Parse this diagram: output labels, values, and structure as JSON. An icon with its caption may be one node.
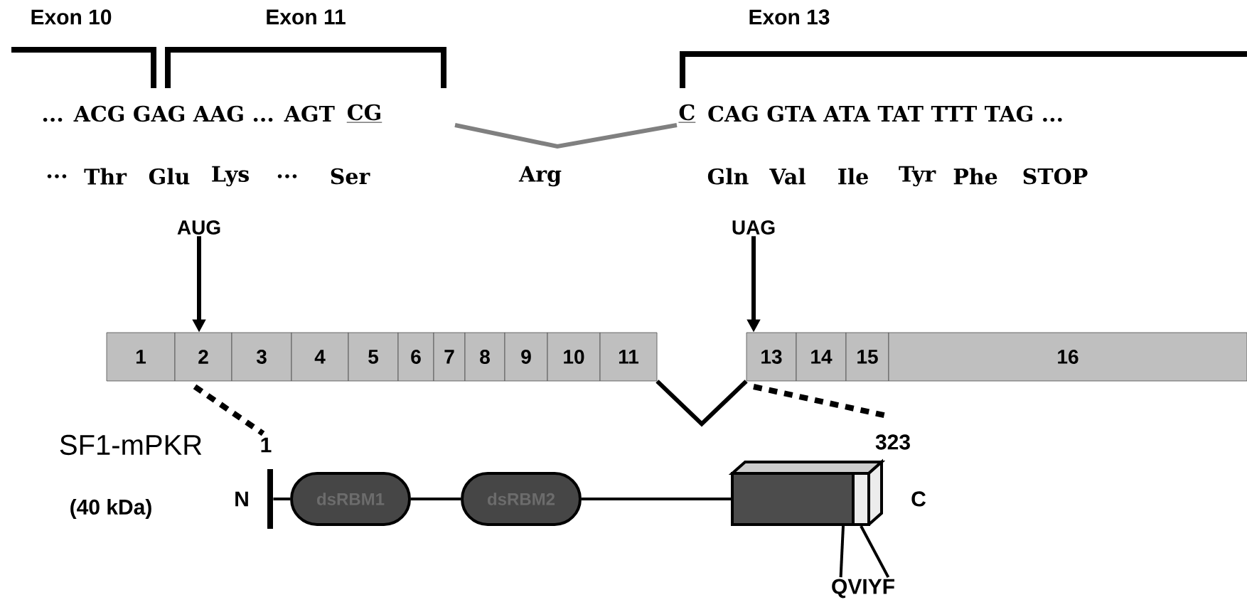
{
  "diagram": {
    "nodes": [
      {
        "text": [
          "AUG"
        ]
      },
      {
        "text": [
          "UAG"
        ]
      },
      {
        "text": [
          "1"
        ]
      },
      {
        "text": [
          "2"
        ]
      },
      {
        "text": [
          "3"
        ]
      },
      {
        "text": [
          "4"
        ]
      },
      {
        "text": [
          "5"
        ]
      },
      {
        "text": [
          "6"
        ]
      },
      {
        "text": [
          "7"
        ]
      },
      {
        "text": [
          "8"
        ]
      },
      {
        "text": [
          "9"
        ]
      },
      {
        "text": [
          "10"
        ]
      },
      {
        "text": [
          "11"
        ]
      },
      {
        "text": [
          "13"
        ]
      },
      {
        "text": [
          "14"
        ]
      },
      {
        "text": [
          "15"
        ]
      },
      {
        "text": [
          "16"
        ]
      },
      {
        "text": [
          "dsRBM1"
        ]
      },
      {
        "text": [
          "dsRBM2"
        ]
      },
      {
        "text": [],
        "shape": "bar"
      },
      {
        "text": [],
        "shape": "box"
      },
      {
        "text": [],
        "shape": "box"
      },
      {
        "text": [
          "QVIYF"
        ]
      }
    ],
    "edges": [
      {
        "from": 0,
        "to": 3,
        "arrow": "to"
      },
      {
        "from": 1,
        "to": 13,
        "arrow": "to"
      },
      {
        "from": 12,
        "to": 13,
        "arrow": "none"
      },
      {
        "from": 19,
        "to": 17,
        "arrow": "none"
      },
      {
        "from": 17,
        "to": 18,
        "arrow": "none"
      },
      {
        "from": 18,
        "to": 20,
        "arrow": "none"
      },
      {
        "from": 22,
        "to": 20,
        "arrow": "none"
      },
      {
        "from": 22,
        "to": 21,
        "arrow": "none"
      }
    ],
    "labels": [
      "Exon 10",
      "Exon 11",
      "Exon 13",
      "... ACG GAG AAG ... AGT",
      "CG",
      "C",
      "CAG GTA ATA TAT TTT TAG ...",
      "...",
      "Thr",
      "Glu",
      "Lys",
      "...",
      "Ser",
      "Arg",
      "Gln",
      "Val",
      "Ile",
      "Tyr",
      "Phe",
      "STOP",
      "SF1-mPKR",
      "(40 kDa)",
      "1",
      "N",
      "323",
      "C"
    ]
  }
}
